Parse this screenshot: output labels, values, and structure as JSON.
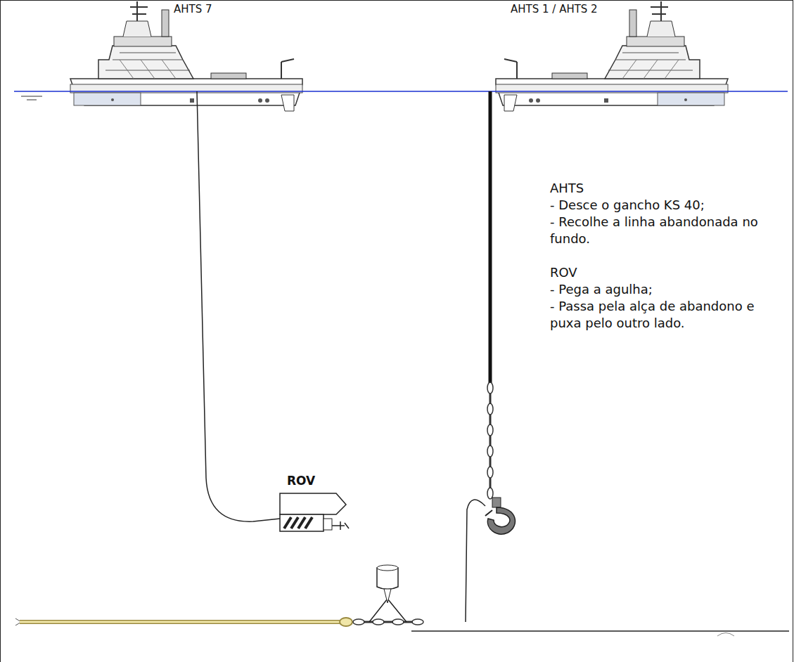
{
  "diagram": {
    "nodes": [
      {
        "text": [
          "ROV"
        ]
      }
    ],
    "labels": [
      "AHTS 7",
      "AHTS 1 / AHTS 2",
      "AHTS",
      "- Desce o gancho KS 40;",
      "- Recolhe a linha abandonada no fundo.",
      "ROV",
      "- Pega a agulha;",
      "- Passa pela alça de abandono e puxa pelo outro lado."
    ]
  }
}
